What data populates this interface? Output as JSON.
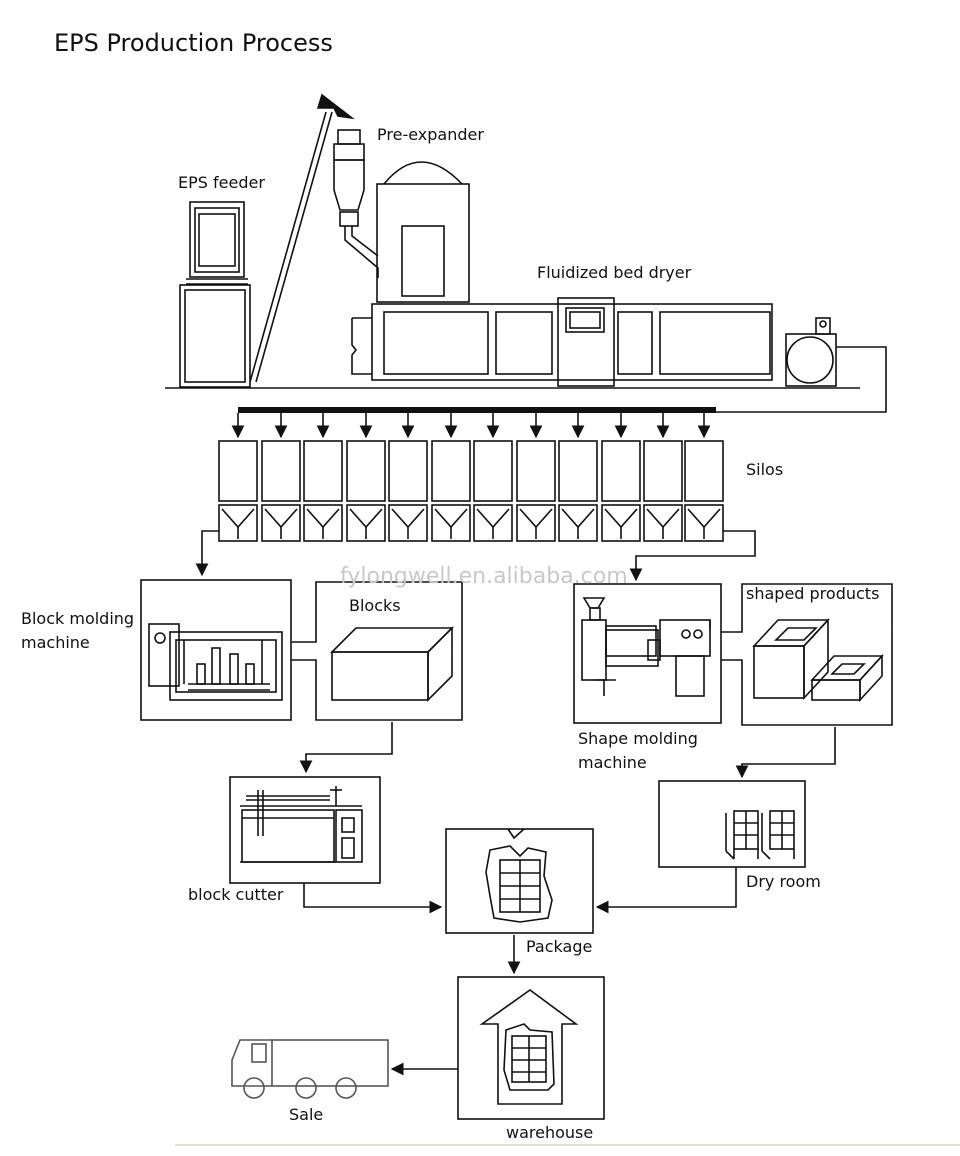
{
  "title": "EPS Production Process",
  "labels": {
    "eps_feeder": "EPS feeder",
    "pre_expander": "Pre-expander",
    "fluidized_bed_dryer": "Fluidized bed dryer",
    "silos": "Silos",
    "block_molding_1": "Block molding",
    "block_molding_2": "machine",
    "blocks": "Blocks",
    "shaped_products": "shaped products",
    "shape_molding_1": "Shape molding",
    "shape_molding_2": "machine",
    "block_cutter": "block cutter",
    "dry_room": "Dry room",
    "package": "Package",
    "warehouse": "warehouse",
    "sale": "Sale"
  },
  "watermark": "fylongwell.en.alibaba.com",
  "colors": {
    "ink": "#111111",
    "watermark": "#c8c8c8",
    "background": "#ffffff"
  }
}
